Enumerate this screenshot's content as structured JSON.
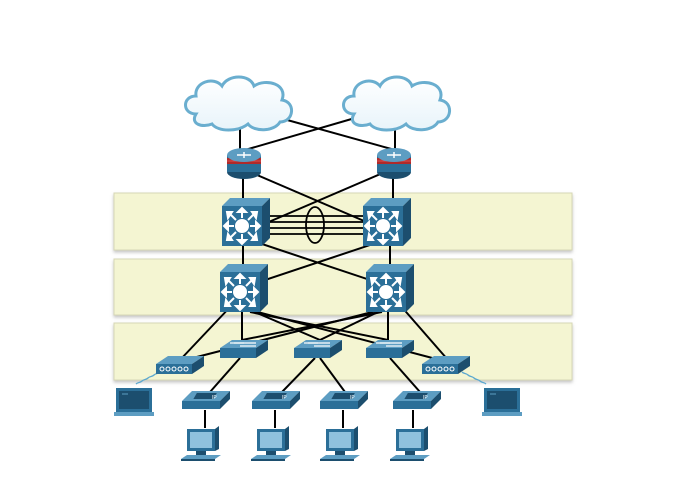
{
  "diagram": {
    "layers": [
      "core-layer",
      "distribution-layer",
      "access-layer"
    ],
    "clouds": [
      "wan-cloud",
      "wan-cloud"
    ],
    "routers": [
      "edge-router",
      "edge-router"
    ],
    "core_switches": [
      "multilayer-switch",
      "multilayer-switch"
    ],
    "distribution_switches": [
      "multilayer-switch",
      "multilayer-switch"
    ],
    "access_switches": [
      "workgroup-switch",
      "workgroup-switch",
      "workgroup-switch"
    ],
    "wireless_access_points": [
      "access-point",
      "access-point"
    ],
    "ip_phones": [
      "ip-phone",
      "ip-phone",
      "ip-phone",
      "ip-phone"
    ],
    "pcs": [
      "pc",
      "pc",
      "pc",
      "pc"
    ],
    "laptops": [
      "laptop",
      "laptop"
    ],
    "etherchannel": "bundle-icon",
    "colors": {
      "band_fill": "#f4f5d2",
      "band_border": "#d6d7b5",
      "device_blue": "#2b6f98",
      "device_dark": "#1c4e6e",
      "device_light": "#5d9dc2",
      "cloud_stroke": "#6aaecf",
      "link": "#000000",
      "wireless": "#5aa7cf"
    }
  }
}
